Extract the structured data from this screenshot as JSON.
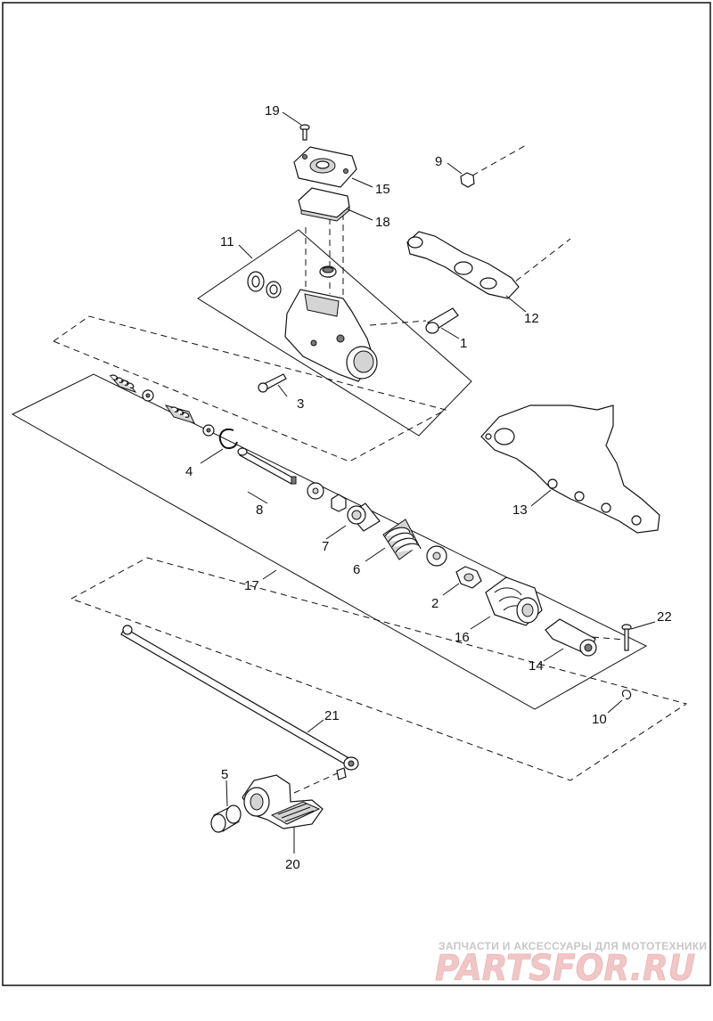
{
  "callouts": [
    {
      "id": "19",
      "label": "19"
    },
    {
      "id": "15",
      "label": "15"
    },
    {
      "id": "18",
      "label": "18"
    },
    {
      "id": "9",
      "label": "9"
    },
    {
      "id": "11",
      "label": "11"
    },
    {
      "id": "12",
      "label": "12"
    },
    {
      "id": "1",
      "label": "1"
    },
    {
      "id": "3",
      "label": "3"
    },
    {
      "id": "13",
      "label": "13"
    },
    {
      "id": "4",
      "label": "4"
    },
    {
      "id": "8",
      "label": "8"
    },
    {
      "id": "7",
      "label": "7"
    },
    {
      "id": "6",
      "label": "6"
    },
    {
      "id": "2",
      "label": "2"
    },
    {
      "id": "17",
      "label": "17"
    },
    {
      "id": "16",
      "label": "16"
    },
    {
      "id": "22",
      "label": "22"
    },
    {
      "id": "14",
      "label": "14"
    },
    {
      "id": "10",
      "label": "10"
    },
    {
      "id": "21",
      "label": "21"
    },
    {
      "id": "5",
      "label": "5"
    },
    {
      "id": "20",
      "label": "20"
    }
  ],
  "watermark": {
    "tagline": "ЗАПЧАСТИ И АКСЕССУАРЫ ДЛЯ МОТОТЕХНИКИ",
    "logo": "PARTSFOR.RU",
    "color": "#e7a7a7"
  }
}
